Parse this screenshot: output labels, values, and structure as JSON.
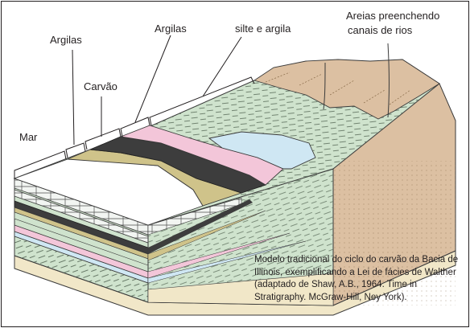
{
  "labels": {
    "mar": "Mar",
    "argilas_left": "Argilas",
    "carvao": "Carvão",
    "argilas_mid": "Argilas",
    "silte": "silte e argila",
    "areias_line1": "Areias preenchendo",
    "areias_line2": "canais de rios"
  },
  "caption": "Modelo tradicional do ciclo do carvão da Bacia de Illinois, exemplificando a Lei de fácies de Walther (adaptado de Shaw, A.B., 1964. Time in Stratigraphy. McGraw-Hill, Ney York).",
  "colors": {
    "green_shale": "#cfe3cd",
    "pink": "#f3c6d9",
    "blue": "#cfe7f3",
    "coal": "#3d3d3d",
    "khaki": "#cfc38a",
    "sand": "#dcc0a2",
    "beige_base": "#f1e7c8"
  }
}
